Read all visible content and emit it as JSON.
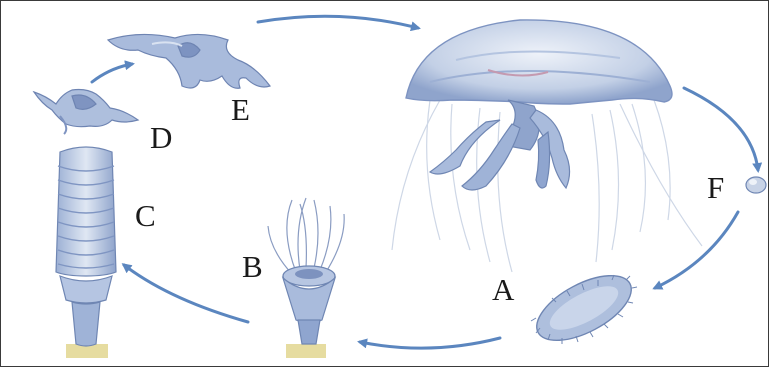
{
  "labels": {
    "a": "A",
    "b": "B",
    "c": "C",
    "d": "D",
    "e": "E",
    "f": "F"
  },
  "colors": {
    "arrow": "#5b86bf",
    "body_light": "#c8d6ea",
    "body_mid": "#9fb4d6",
    "body_dark": "#6f86b3",
    "base": "#e6dca0",
    "label": "#1a1a1a"
  }
}
